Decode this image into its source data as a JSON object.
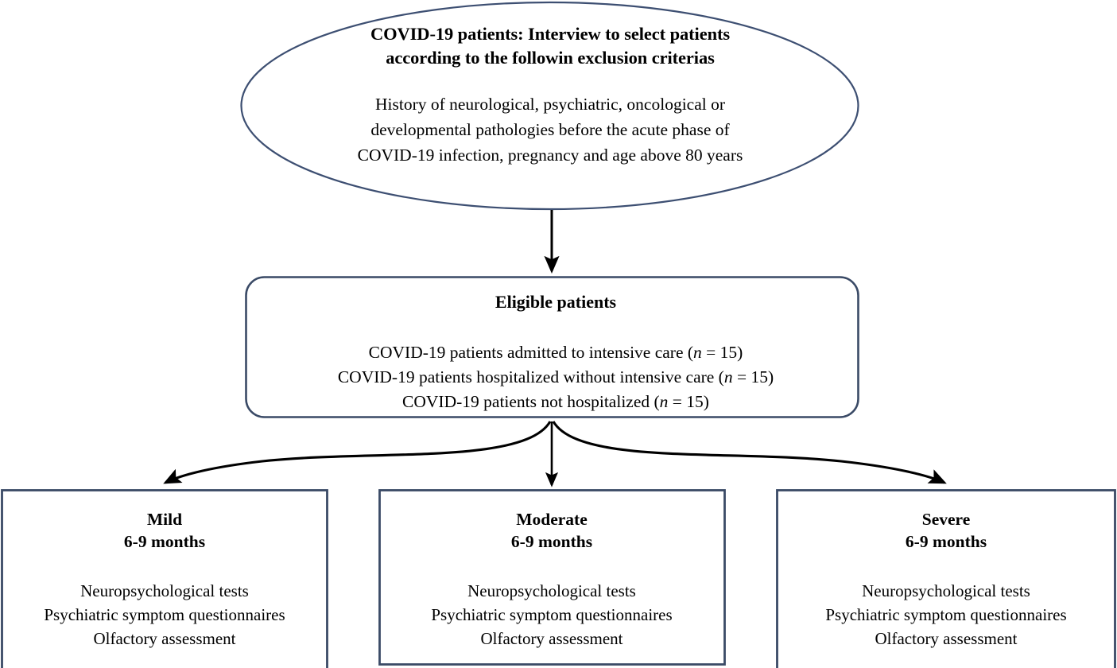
{
  "diagram": {
    "type": "flowchart",
    "title": "COVID-19 patient selection and follow-up flowchart",
    "colors": {
      "shape_stroke": "#3a4a66",
      "ellipse_stroke": "#3d4f72",
      "arrow": "#000000",
      "background": "#ffffff",
      "text": "#000000"
    }
  },
  "ellipse_node": {
    "name": "covid-patients-interview",
    "title_line1": "COVID-19 patients: Interview to select patients",
    "title_line2": "according to the followin exclusion criterias",
    "body_line1": "History of neurological, psychiatric, oncological or",
    "body_line2": "developmental pathologies before the acute phase of",
    "body_line3": "COVID-19 infection, pregnancy and age above 80 years"
  },
  "eligible_node": {
    "name": "eligible-patients",
    "title": "Eligible patients",
    "rows": [
      {
        "text_before": "COVID-19 patients admitted to intensive care (",
        "n_symbol": "n",
        "text_after": " = 15)"
      },
      {
        "text_before": "COVID-19 patients hospitalized without intensive care (",
        "n_symbol": "n",
        "text_after": " = 15)"
      },
      {
        "text_before": "COVID-19 patients not hospitalized (",
        "n_symbol": "n",
        "text_after": " = 15)"
      }
    ]
  },
  "leaf_nodes": [
    {
      "name": "mild-group",
      "heading": "Mild",
      "duration": "6-9 months",
      "assessments": [
        "Neuropsychological tests",
        "Psychiatric symptom questionnaires",
        "Olfactory assessment"
      ]
    },
    {
      "name": "moderate-group",
      "heading": "Moderate",
      "duration": "6-9 months",
      "assessments": [
        "Neuropsychological tests",
        "Psychiatric symptom questionnaires",
        "Olfactory assessment"
      ]
    },
    {
      "name": "severe-group",
      "heading": "Severe",
      "duration": "6-9 months",
      "assessments": [
        "Neuropsychological tests",
        "Psychiatric symptom questionnaires",
        "Olfactory assessment"
      ]
    }
  ],
  "connectors": [
    {
      "name": "ellipse-to-eligible",
      "from": "covid-patients-interview",
      "to": "eligible-patients",
      "style": "straight-arrow"
    },
    {
      "name": "eligible-to-mild",
      "from": "eligible-patients",
      "to": "mild-group",
      "style": "curved-arrow"
    },
    {
      "name": "eligible-to-moderate",
      "from": "eligible-patients",
      "to": "moderate-group",
      "style": "straight-arrow"
    },
    {
      "name": "eligible-to-severe",
      "from": "eligible-patients",
      "to": "severe-group",
      "style": "curved-arrow"
    }
  ]
}
